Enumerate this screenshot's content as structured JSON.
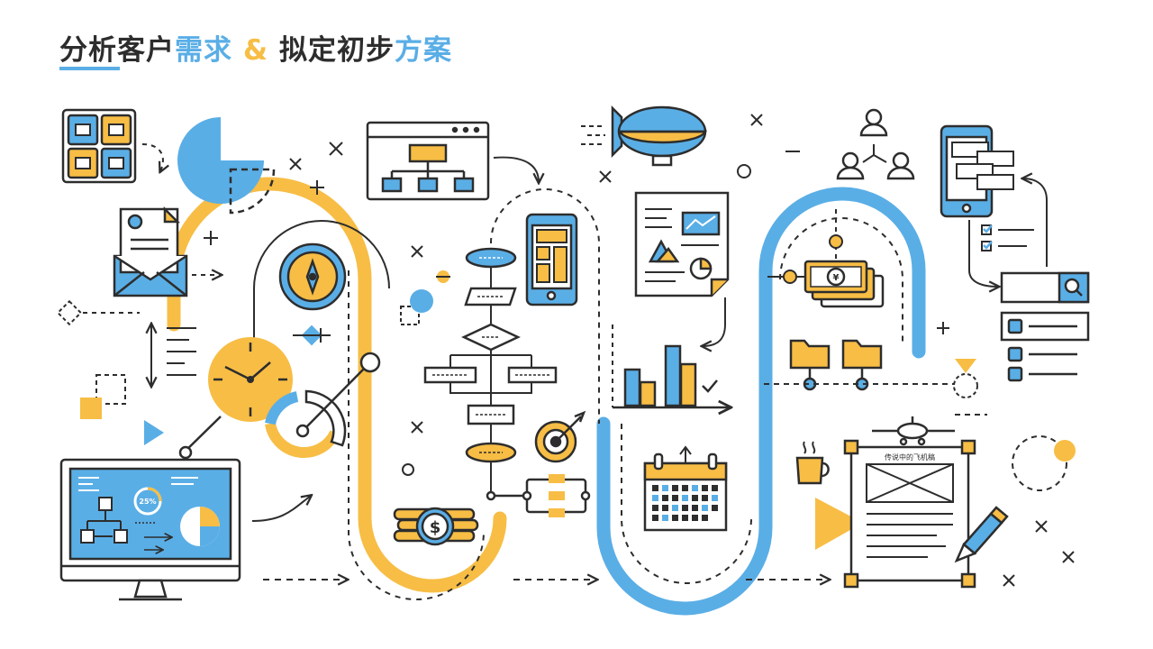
{
  "title": {
    "part1": "分析客户",
    "part2": "需求",
    "amp": "&",
    "part3": "拟定初步",
    "part4": "方案"
  },
  "labels": {
    "wireframe_caption": "传说中的飞机稿",
    "donut_percent": "25%",
    "coin_symbol": "$",
    "bill_symbol": "¥"
  },
  "colors": {
    "stroke": "#2d2d2d",
    "blue": "#5aaee6",
    "yellow": "#f7bd45",
    "white": "#ffffff"
  },
  "icons": [
    "grid-icon",
    "pie-chart-icon",
    "email-icon",
    "compass-icon",
    "clock-icon",
    "gauge-icon",
    "monitor-icon",
    "browser-sitemap-icon",
    "flowchart-icon",
    "smartphone-icon",
    "target-icon",
    "coin-stack-icon",
    "blimp-icon",
    "document-icon",
    "bar-chart-icon",
    "calendar-icon",
    "money-icon",
    "folder-icon",
    "team-icon",
    "chat-phone-icon",
    "search-box-icon",
    "list-icon",
    "coffee-icon",
    "play-icon",
    "wireframe-icon",
    "pencil-icon",
    "airplane-icon"
  ]
}
